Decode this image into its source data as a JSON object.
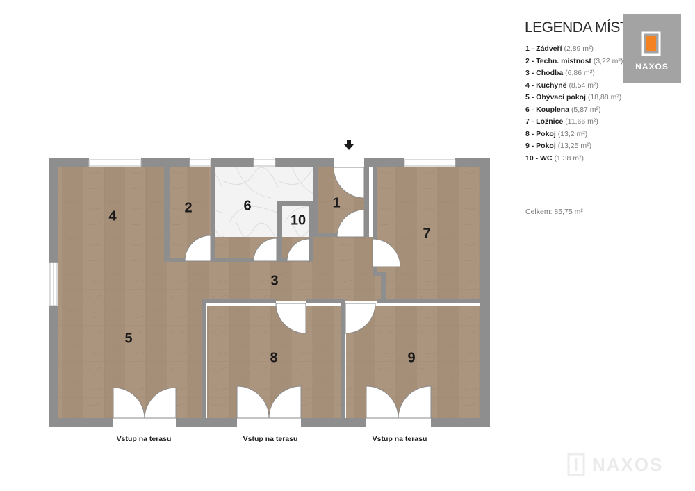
{
  "legend": {
    "title": "LEGENDA MÍSTNOSTÍ",
    "items": [
      {
        "label": "1 - Zádveří",
        "area": "(2,89 m²)"
      },
      {
        "label": "2 - Techn. místnost",
        "area": "(3,22 m²)"
      },
      {
        "label": "3 - Chodba",
        "area": "(6,86 m²)"
      },
      {
        "label": "4 - Kuchyně",
        "area": "(8,54 m²)"
      },
      {
        "label": "5 - Obývací pokoj",
        "area": "(18,88 m²)"
      },
      {
        "label": "6 - Kouplena",
        "area": "(5,87 m²)"
      },
      {
        "label": "7 - Ložnice",
        "area": "(11,66 m²)"
      },
      {
        "label": "8 - Pokoj",
        "area": "(13,2 m²)"
      },
      {
        "label": "9 - Pokoj",
        "area": "(13,25 m²)"
      },
      {
        "label": "10 - WC",
        "area": "(1,38 m²)"
      }
    ],
    "total": "Celkem: 85,75 m²"
  },
  "brand": {
    "logo_text": "NAXOS",
    "watermark_text": "NAXOS",
    "logo_color": "#f58220"
  },
  "rooms": [
    "1",
    "2",
    "3",
    "4",
    "5",
    "6",
    "7",
    "8",
    "9",
    "10"
  ],
  "terrace_label": "Vstup na terasu",
  "colors": {
    "wall": "#8c8c8c",
    "floor": "#a89078",
    "tile": "#f2f2f2",
    "text": "#1f1f1f"
  }
}
